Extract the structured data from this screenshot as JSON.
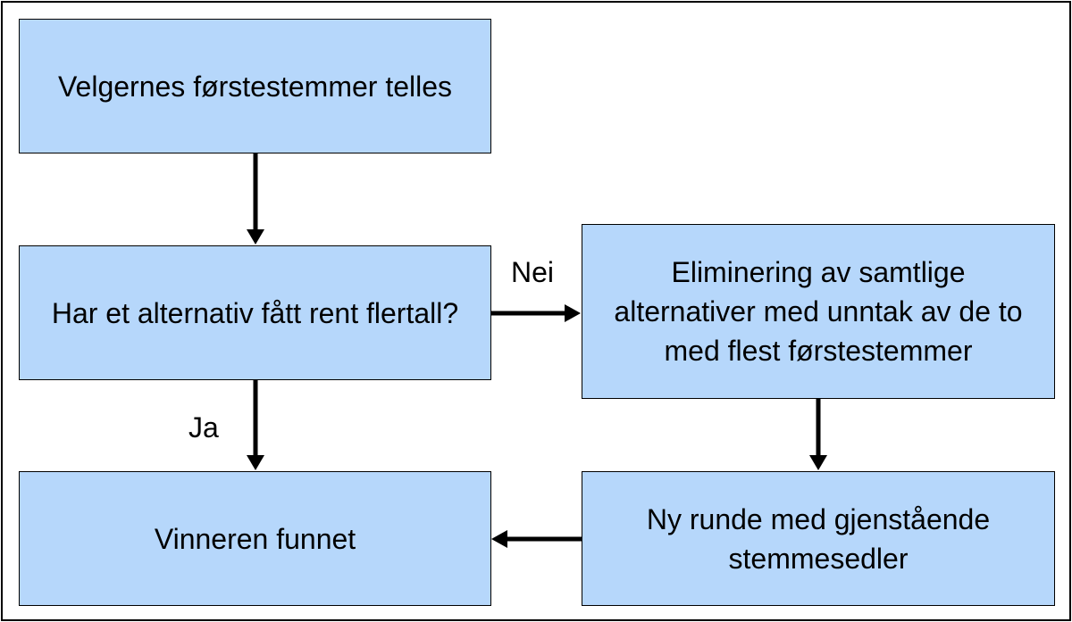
{
  "diagram": {
    "nodes": {
      "count_first_votes": "Velgernes førstestemmer telles",
      "majority_question": "Har et alternativ fått rent flertall?",
      "eliminate_others": "Eliminering av samtlige alternativer med unntak av de to med flest førstestemmer",
      "new_round": "Ny runde med gjenstående stemmesedler",
      "winner_found": "Vinneren funnet"
    },
    "edge_labels": {
      "no": "Nei",
      "yes": "Ja"
    },
    "colors": {
      "box_fill": "#b6d7fb",
      "stroke": "#000000"
    }
  }
}
